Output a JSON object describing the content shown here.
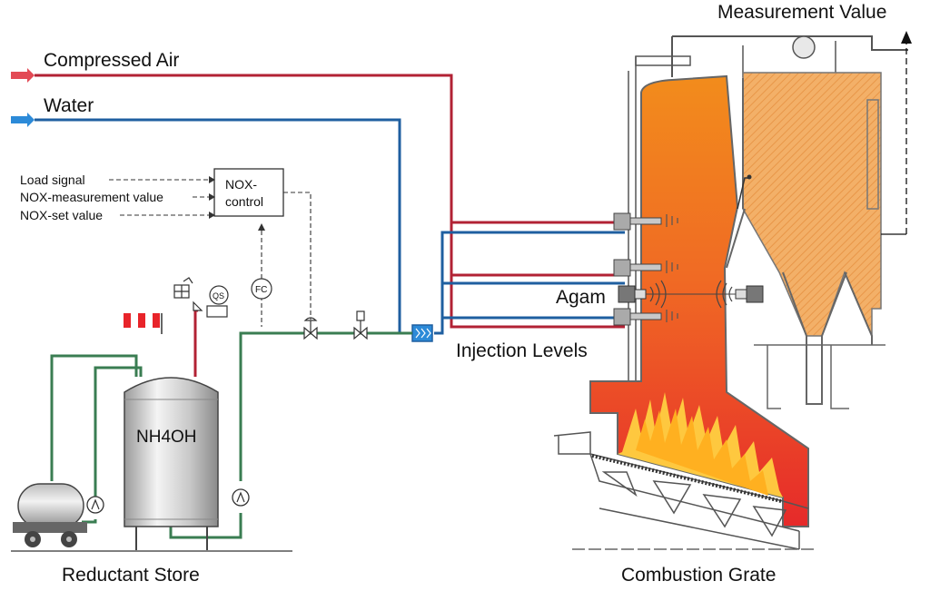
{
  "labels": {
    "measurement_value": "Measurement Value",
    "compressed_air": "Compressed Air",
    "water": "Water",
    "load_signal": "Load signal",
    "nox_measurement": "NOX-measurement value",
    "nox_set": "NOX-set value",
    "nox_control_1": "NOX-",
    "nox_control_2": "control",
    "fc": "FC",
    "qs": "QS",
    "nh4oh": "NH4OH",
    "agam": "Agam",
    "injection_levels": "Injection Levels",
    "reductant_store": "Reductant Store",
    "combustion_grate": "Combustion Grate"
  },
  "colors": {
    "air_line": "#b22234",
    "water_line": "#1f5fa0",
    "reductant_line": "#3a7d52",
    "fire_top": "#f08a1e",
    "fire_bottom": "#e8242a",
    "flue": "#f5b060"
  },
  "icons": [
    "arrow-right-icon",
    "arrow-up-icon",
    "pump-icon",
    "valve-icon",
    "nozzle-icon",
    "sensor-icon",
    "windsock-icon",
    "tanker-truck-icon"
  ]
}
